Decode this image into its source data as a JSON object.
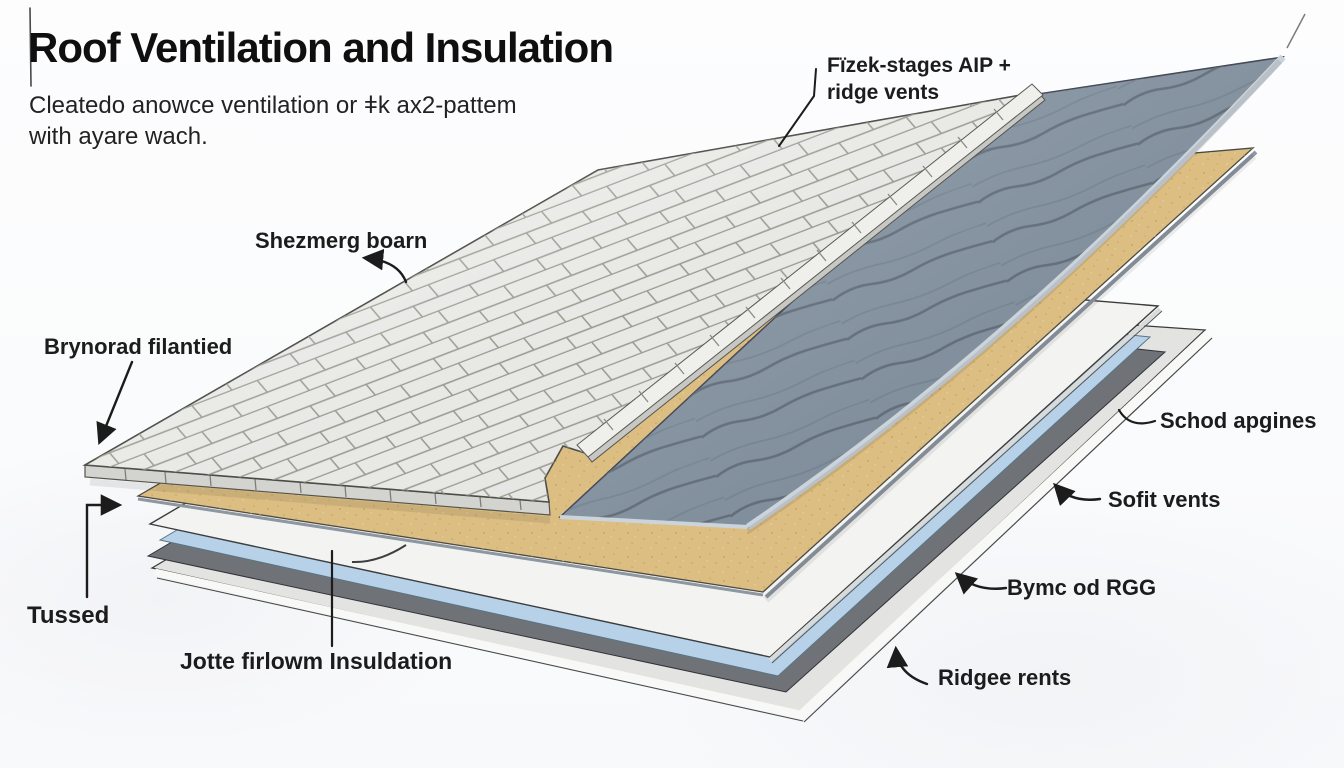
{
  "header": {
    "title": "Roof Ventilation and Insulation",
    "subtitle_lines": [
      "Cleatedo anowce ventilation or ǂk ax2-pattem",
      "with ayare wach."
    ]
  },
  "labels": {
    "ridge": {
      "lines": [
        "Fïzek-stages AIP +",
        "ridge vents"
      ]
    },
    "sheathing_board": "Shezmerg boarn",
    "underlayment": "Brynorad filantied",
    "truss": "Tussed",
    "insulation": "Jotte firlowm Insuldation",
    "soffit_edge": "Schod apgines",
    "soffit_vents": "Sofit vents",
    "vapor_barrier": "Bymc od RGG",
    "ridge_vents": "Ridgee rents"
  },
  "colors": {
    "shingle": "#e8e8e5",
    "shingle_side": "#d3d3d0",
    "ridge_cap": "#efefec",
    "underlayment": "#8291a0",
    "underlayment_trim": "#ccd4db",
    "sheathing": "#dcbd82",
    "deck": "#f3f4f2",
    "insulation": "#b7d2e8",
    "barrier": "#6f7277",
    "ceiling": "#e3e3e2",
    "ceiling_edge": "#f8f8f6",
    "line": "#1c1c1c"
  }
}
